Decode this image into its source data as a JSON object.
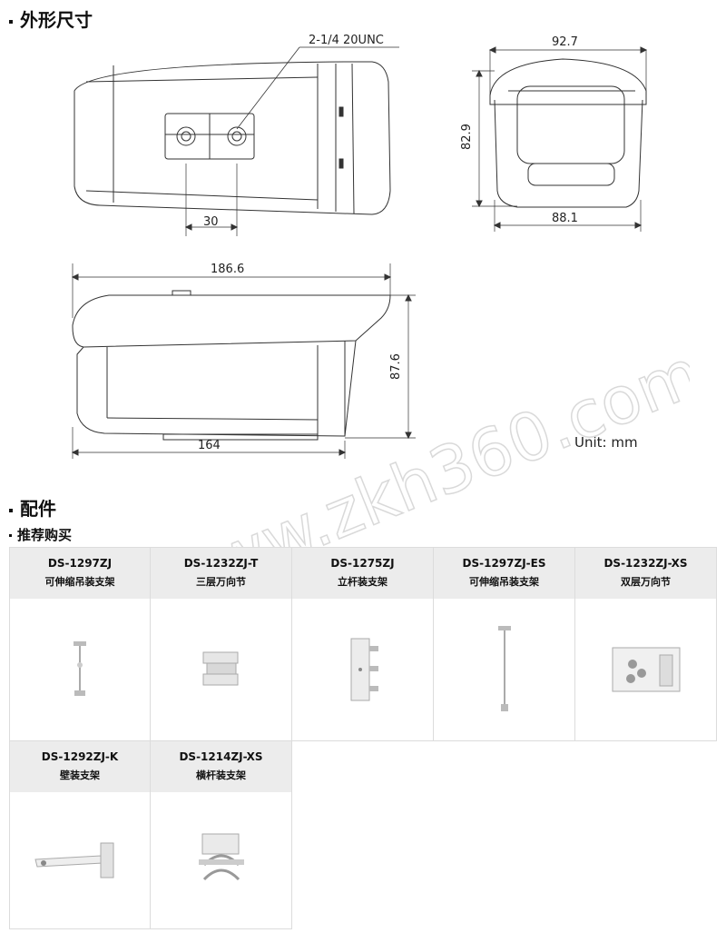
{
  "sections": {
    "dimensions_title": "外形尺寸",
    "accessories_title": "配件",
    "recommended_title": "推荐购买"
  },
  "drawing": {
    "thread_label": "2-1/4 20UNC",
    "dim_30": "30",
    "dim_92_7": "92.7",
    "dim_82_9": "82.9",
    "dim_88_1": "88.1",
    "dim_186_6": "186.6",
    "dim_87_6": "87.6",
    "dim_164": "164",
    "unit": "Unit: mm"
  },
  "watermark": "www.zkh360.com",
  "accessories": [
    {
      "model": "DS-1297ZJ",
      "desc": "可伸缩吊装支架",
      "icon": "telescopic-pole-mount"
    },
    {
      "model": "DS-1232ZJ-T",
      "desc": "三层万向节",
      "icon": "three-layer-joint"
    },
    {
      "model": "DS-1275ZJ",
      "desc": "立杆装支架",
      "icon": "pole-mount-plate"
    },
    {
      "model": "DS-1297ZJ-ES",
      "desc": "可伸缩吊装支架",
      "icon": "telescopic-pole-mount"
    },
    {
      "model": "DS-1232ZJ-XS",
      "desc": "双层万向节",
      "icon": "two-layer-joint"
    },
    {
      "model": "DS-1292ZJ-K",
      "desc": "壁装支架",
      "icon": "wall-mount-arm"
    },
    {
      "model": "DS-1214ZJ-XS",
      "desc": "横杆装支架",
      "icon": "horizontal-pole-mount"
    }
  ]
}
